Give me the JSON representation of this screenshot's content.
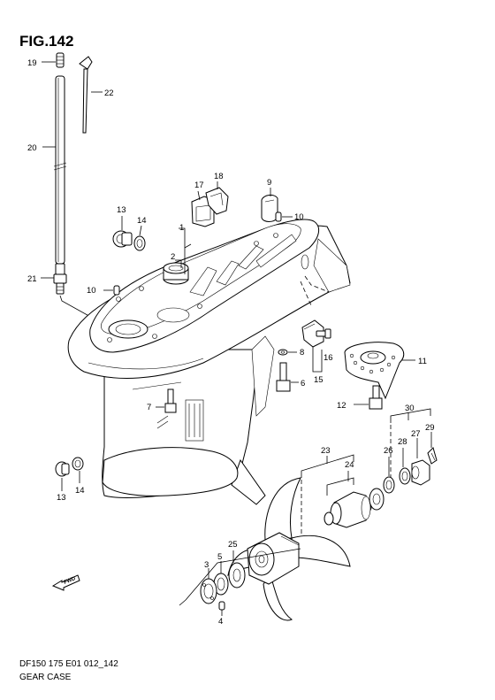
{
  "figure": {
    "title": "FIG.142",
    "code": "DF150 175 E01 012_142",
    "caption": "GEAR CASE",
    "fwd_label": "FWD"
  },
  "callouts": {
    "c1": "1",
    "c2": "2",
    "c3": "3",
    "c4": "4",
    "c5": "5",
    "c6": "6",
    "c7": "7",
    "c8": "8",
    "c9": "9",
    "c10a": "10",
    "c10b": "10",
    "c11": "11",
    "c12": "12",
    "c13a": "13",
    "c13b": "13",
    "c14a": "14",
    "c14b": "14",
    "c15": "15",
    "c16": "16",
    "c17": "17",
    "c18": "18",
    "c19": "19",
    "c20": "20",
    "c21": "21",
    "c22": "22",
    "c23": "23",
    "c24": "24",
    "c25": "25",
    "c26": "26",
    "c27": "27",
    "c28": "28",
    "c29": "29",
    "c30": "30"
  }
}
